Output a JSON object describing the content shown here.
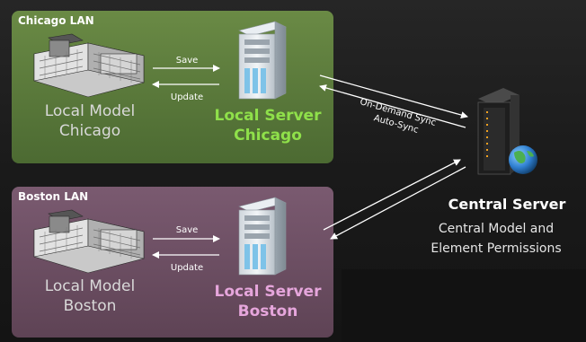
{
  "chicago": {
    "lan_label": "Chicago LAN",
    "model_line1": "Local Model",
    "model_line2": "Chicago",
    "server_line1": "Local Server",
    "server_line2": "Chicago",
    "save_label": "Save",
    "update_label": "Update"
  },
  "boston": {
    "lan_label": "Boston LAN",
    "model_line1": "Local Model",
    "model_line2": "Boston",
    "server_line1": "Local Server",
    "server_line2": "Boston",
    "save_label": "Save",
    "update_label": "Update"
  },
  "sync": {
    "on_demand_label": "On-Demand Sync",
    "auto_label": "Auto-Sync"
  },
  "central": {
    "title": "Central Server",
    "desc_line1": "Central Model and",
    "desc_line2": "Element  Permissions"
  },
  "colors": {
    "background": "#1b1b1b",
    "chicago_panel": "#5a7a3c",
    "boston_panel": "#6e4f64",
    "chicago_accent": "#8fe04a",
    "boston_accent": "#e6a6dc",
    "model_text": "#d9d9d9"
  }
}
